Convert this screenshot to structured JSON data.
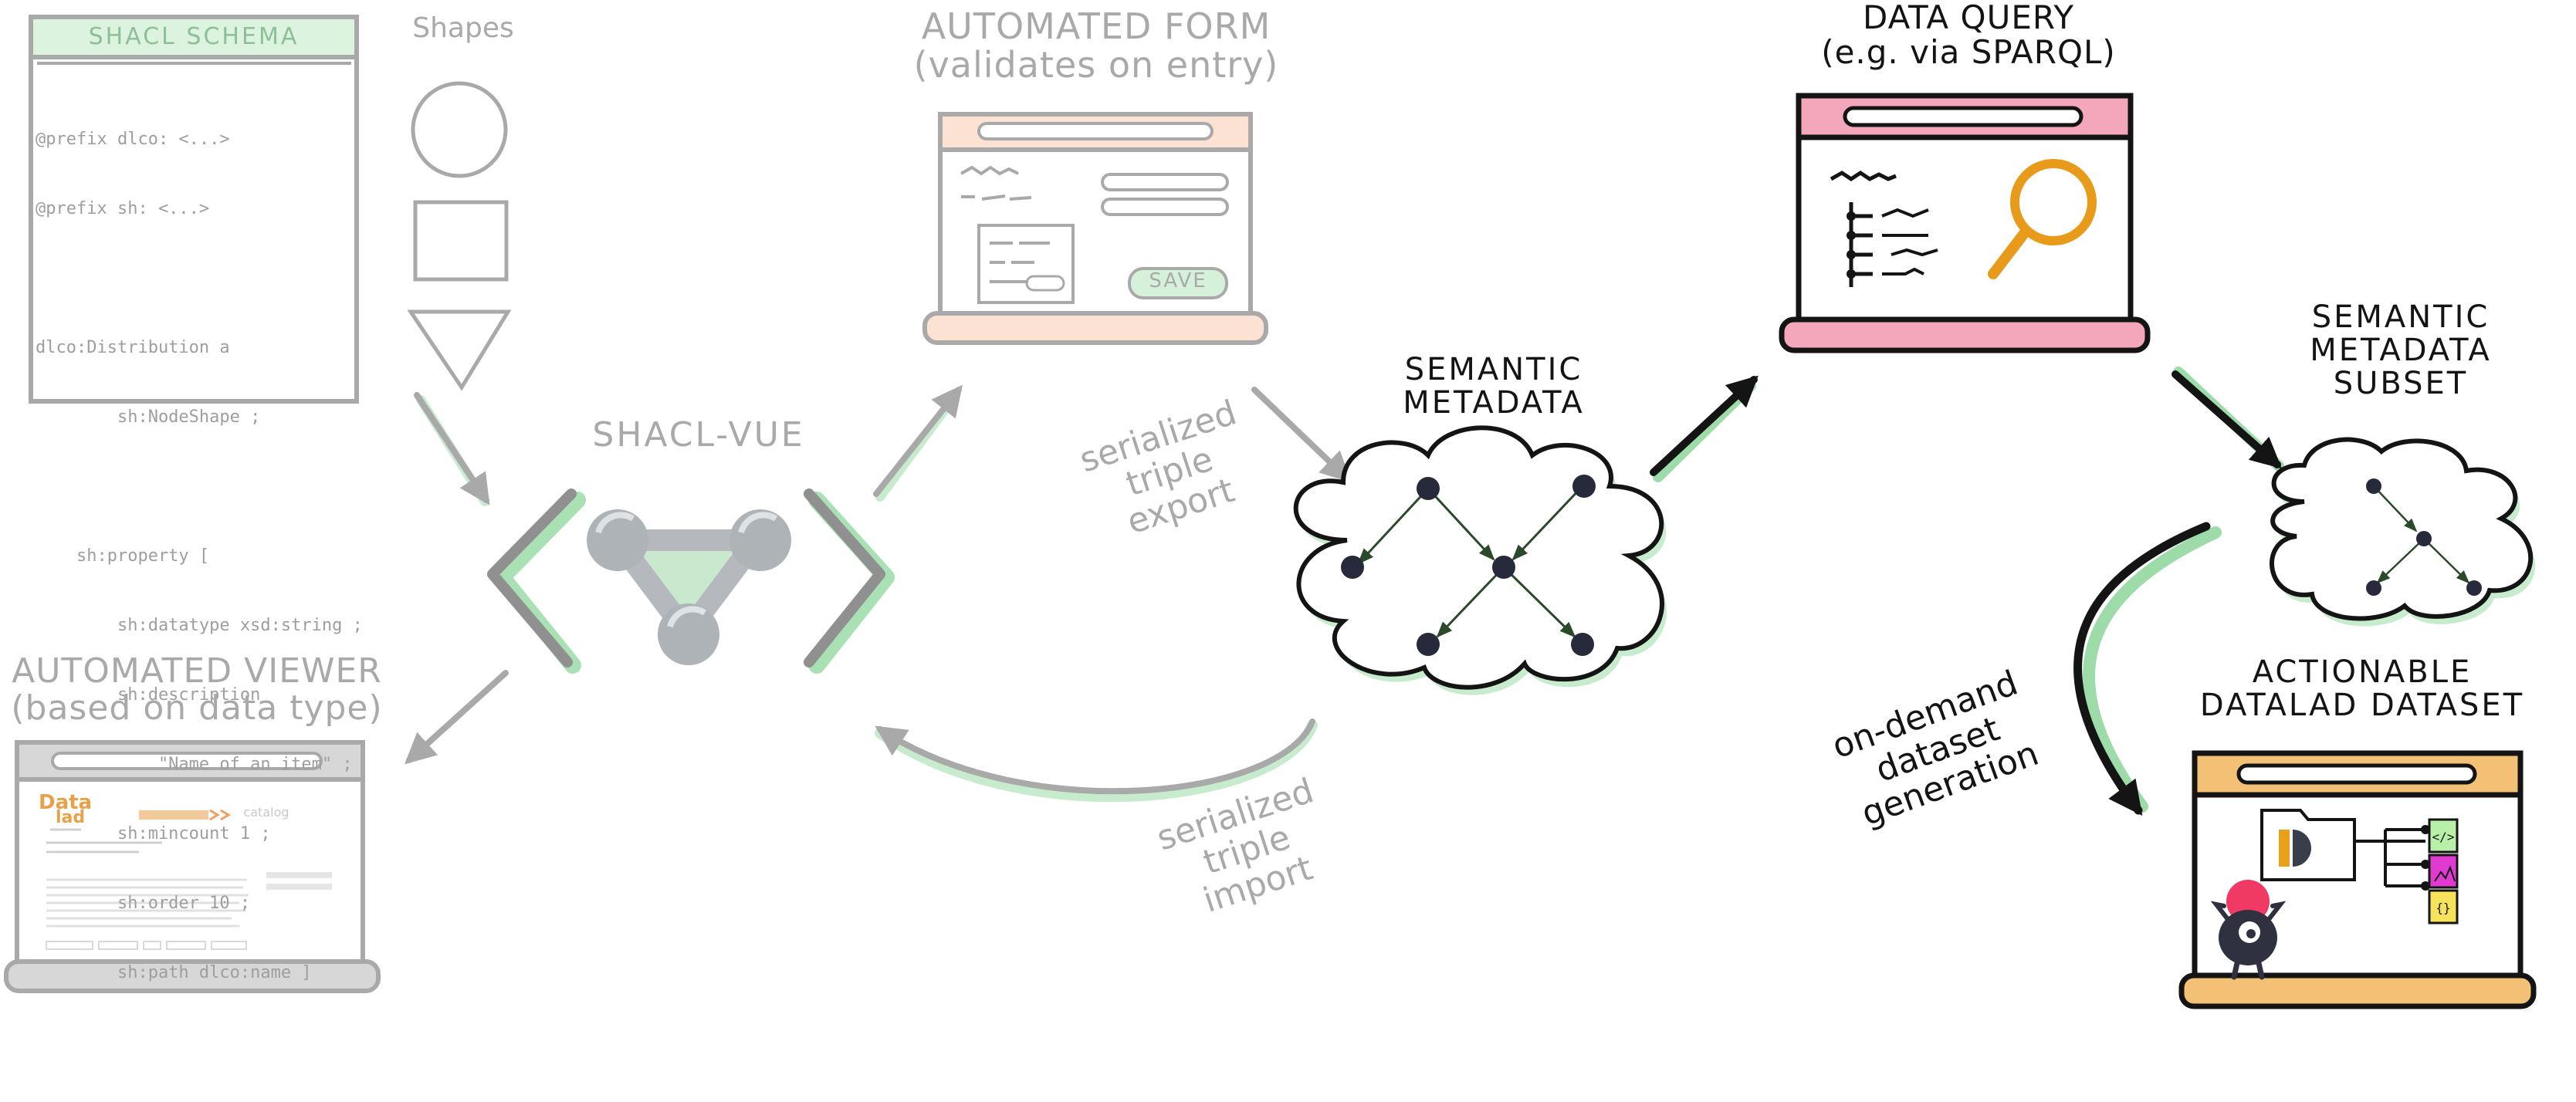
{
  "schema_panel": {
    "title": "SHACL SCHEMA",
    "code_lines": [
      "@prefix dlco: <...>",
      "@prefix sh: <...>",
      "",
      "dlco:Distribution a",
      "        sh:NodeShape ;",
      "",
      "    sh:property [",
      "        sh:datatype xsd:string ;",
      "        sh:description",
      "            \"Name of an item\" ;",
      "        sh:mincount 1 ;",
      "        sh:order 10 ;",
      "        sh:path dlco:name ]"
    ]
  },
  "shapes_label": "Shapes",
  "shacl_vue_label": "SHACL-VUE",
  "automated_form_label": "AUTOMATED FORM\n(validates on entry)",
  "form_save_button": "SAVE",
  "automated_viewer_label": "AUTOMATED VIEWER\n(based on data type)",
  "viewer_logo": {
    "top": "Data",
    "bottom": "lad"
  },
  "viewer_nav": "catalog",
  "export_label": "serialized\ntriple\nexport",
  "import_label": "serialized\ntriple\nimport",
  "semantic_metadata_label": "SEMANTIC\nMETADATA",
  "data_query_label": "DATA QUERY\n(e.g. via SPARQL)",
  "metadata_subset_label": "SEMANTIC\nMETADATA\nSUBSET",
  "actionable_dataset_label": "ACTIONABLE\nDATALAD DATASET",
  "generation_label": "on-demand\ndataset\ngeneration",
  "colors": {
    "grey_stroke": "#a9a9a9",
    "dark_stroke": "#141414",
    "green_accent": "#9ddca9",
    "pink_header": "#f4a6bb",
    "orange_header": "#f2c176",
    "peach_header": "#f8d8c6",
    "magnifier": "#e89a1a"
  },
  "icons": [
    "circle-shape-icon",
    "square-shape-icon",
    "triangle-shape-icon",
    "shacl-vue-logo-icon",
    "magnifier-icon",
    "folder-icon",
    "code-file-icon",
    "image-file-icon",
    "json-file-icon",
    "datalad-mascot-icon"
  ]
}
